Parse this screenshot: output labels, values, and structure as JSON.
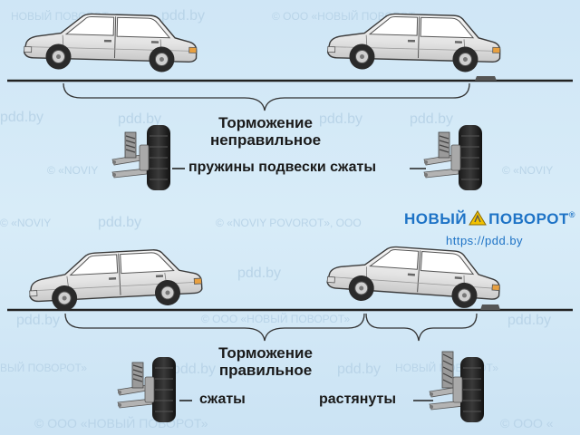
{
  "caption_top": [
    "Торможение",
    "неправильное"
  ],
  "label_top": "пружины подвески сжаты",
  "caption_bottom": [
    "Торможение",
    "правильное"
  ],
  "label_compressed": "сжаты",
  "label_extended": "растянуты",
  "logo": {
    "word1": "НОВЫЙ",
    "word2": "ПОВОРОТ",
    "mark": "®"
  },
  "url": "https://pdd.by",
  "watermarks": {
    "site": "pdd.by",
    "company": "© ООО «НОВЫЙ ПОВОРОТ»",
    "company_latin": "© «NOVIY POVOROT», ООО",
    "short": "НОВЫЙ ПОВОРОТ»"
  },
  "colors": {
    "accent": "#1e73c6",
    "road": "#222222",
    "car_body": "#e9e9e9",
    "spring": "#9a9a9a"
  }
}
